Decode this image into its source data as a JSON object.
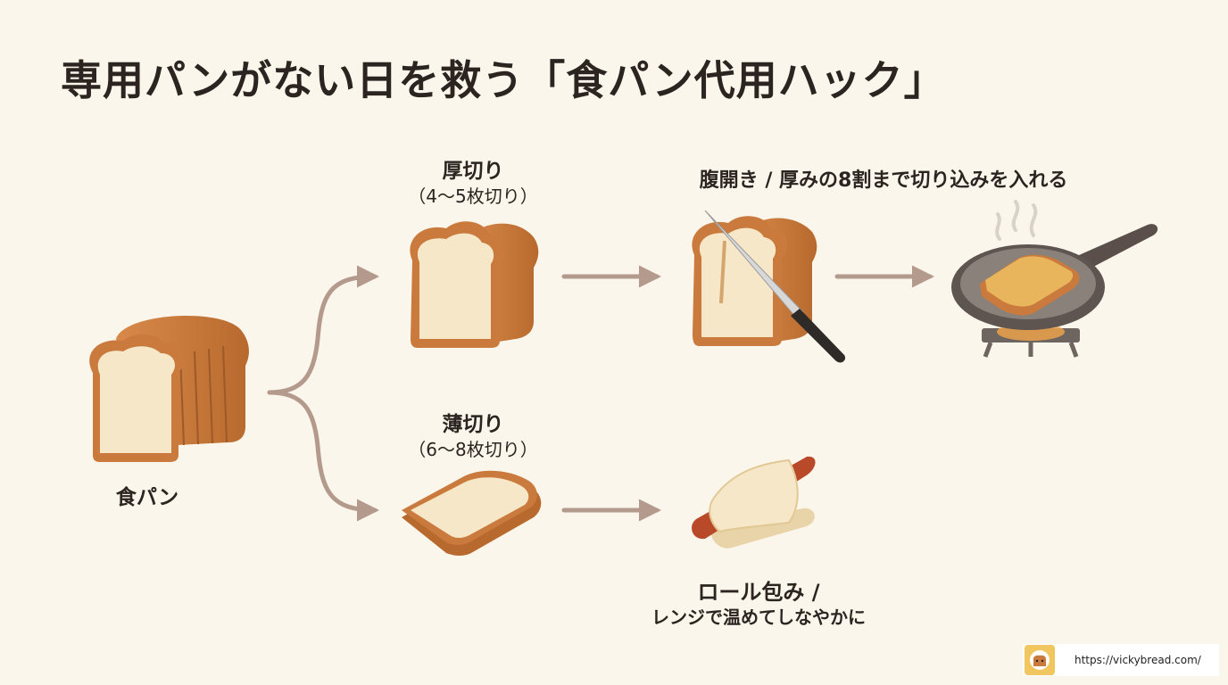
{
  "title": "専用パンがない日を救う「食パン代用ハック」",
  "start": {
    "label": "食パン"
  },
  "branches": {
    "thick": {
      "label": "厚切り",
      "sub": "（4〜5枚切り）"
    },
    "thin": {
      "label": "薄切り",
      "sub": "（6〜8枚切り）"
    }
  },
  "steps": {
    "cut": {
      "label": "腹開き / 厚みの8割まで切り込みを入れる"
    },
    "roll": {
      "label1": "ロール包み /",
      "label2": "レンジで温めてしなやかに"
    }
  },
  "footer": {
    "url": "https://vickybread.com/"
  },
  "colors": {
    "background": "#FBF6EB",
    "arrow": "#B39A8C",
    "crust": "#C97A3C",
    "crumb": "#F6E7C9",
    "text": "#2B2421"
  }
}
